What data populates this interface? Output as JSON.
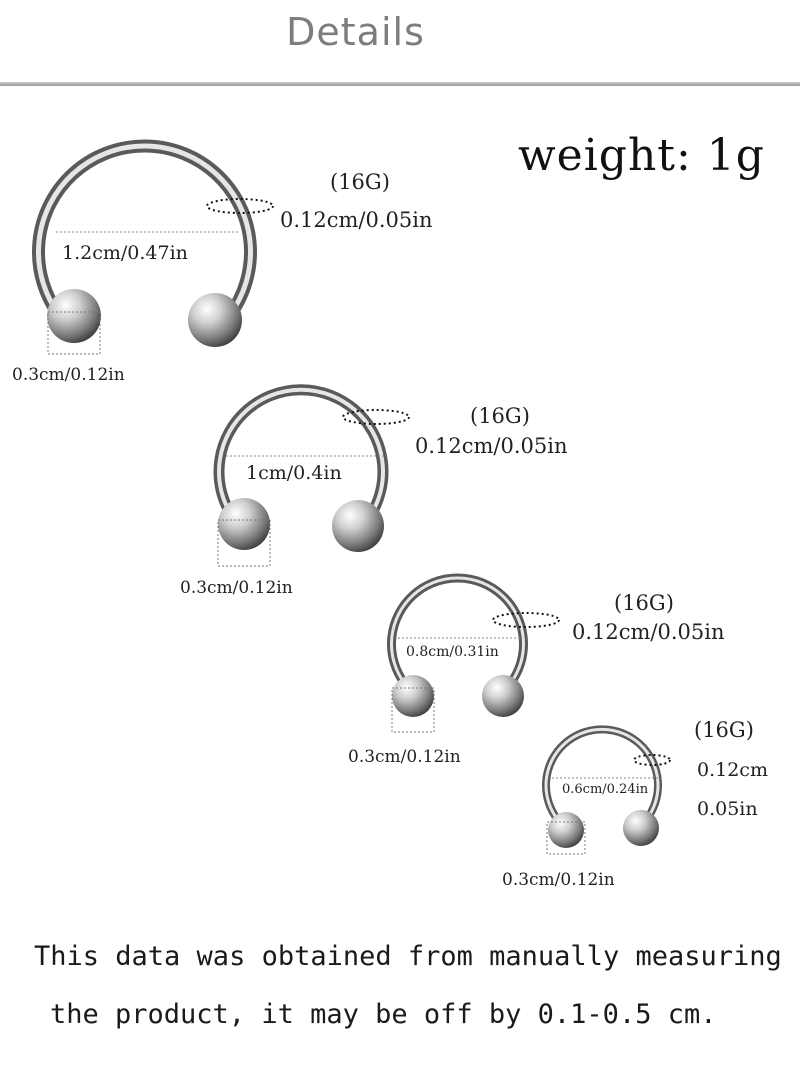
{
  "header": {
    "title": "Details"
  },
  "weight": "weight: 1g",
  "rings": [
    {
      "gauge": "(16G)",
      "thickness": "0.12cm/0.05in",
      "inner_diameter": "1.2cm/0.47in",
      "ball": "0.3cm/0.12in"
    },
    {
      "gauge": "(16G)",
      "thickness": "0.12cm/0.05in",
      "inner_diameter": "1cm/0.4in",
      "ball": "0.3cm/0.12in"
    },
    {
      "gauge": "(16G)",
      "thickness": "0.12cm/0.05in",
      "inner_diameter": "0.8cm/0.31in",
      "ball": "0.3cm/0.12in"
    },
    {
      "gauge": "(16G)",
      "thickness_line1": "0.12cm",
      "thickness_line2": "0.05in",
      "inner_diameter": "0.6cm/0.24in",
      "ball": "0.3cm/0.12in"
    }
  ],
  "note": {
    "line1": "This data was obtained from manually measuring",
    "line2": "the product, it may be off by 0.1-0.5 cm."
  }
}
